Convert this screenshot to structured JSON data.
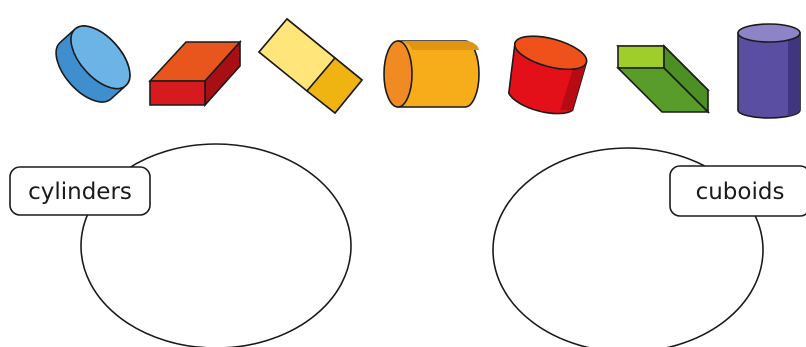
{
  "sorting_zones": [
    {
      "label": "cylinders"
    },
    {
      "label": "cuboids"
    }
  ],
  "shapes": [
    {
      "kind": "cylinder",
      "color": "#4aa0dd"
    },
    {
      "kind": "cuboid",
      "color": "#e0301e"
    },
    {
      "kind": "cuboid",
      "color": "#ffd21e"
    },
    {
      "kind": "cylinder",
      "color": "#f5a91c"
    },
    {
      "kind": "cylinder",
      "color": "#e8101a"
    },
    {
      "kind": "cuboid",
      "color": "#7cb82a"
    },
    {
      "kind": "cylinder",
      "color": "#5a4ea0"
    }
  ],
  "colors": {
    "outline": "#1a1a1a",
    "background": "#ffffff"
  }
}
